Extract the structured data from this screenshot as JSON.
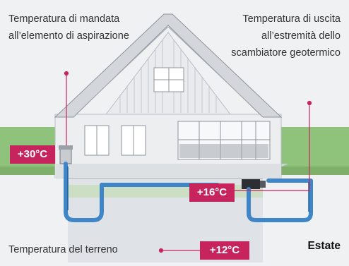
{
  "labels": {
    "supply_temp": "Temperatura di mandata all’elemento di aspirazione",
    "outlet_temp": "Temperatura di uscita all’estremità dello scambiatore geotermico",
    "ground_temp": "Temperatura del terreno"
  },
  "values": {
    "supply": "+30°C",
    "outlet": "+16°C",
    "ground": "+12°C"
  },
  "season": "Estate",
  "colors": {
    "accent": "#c7245e",
    "grass": "#7fba6a",
    "pipe": "#3e86c8"
  }
}
